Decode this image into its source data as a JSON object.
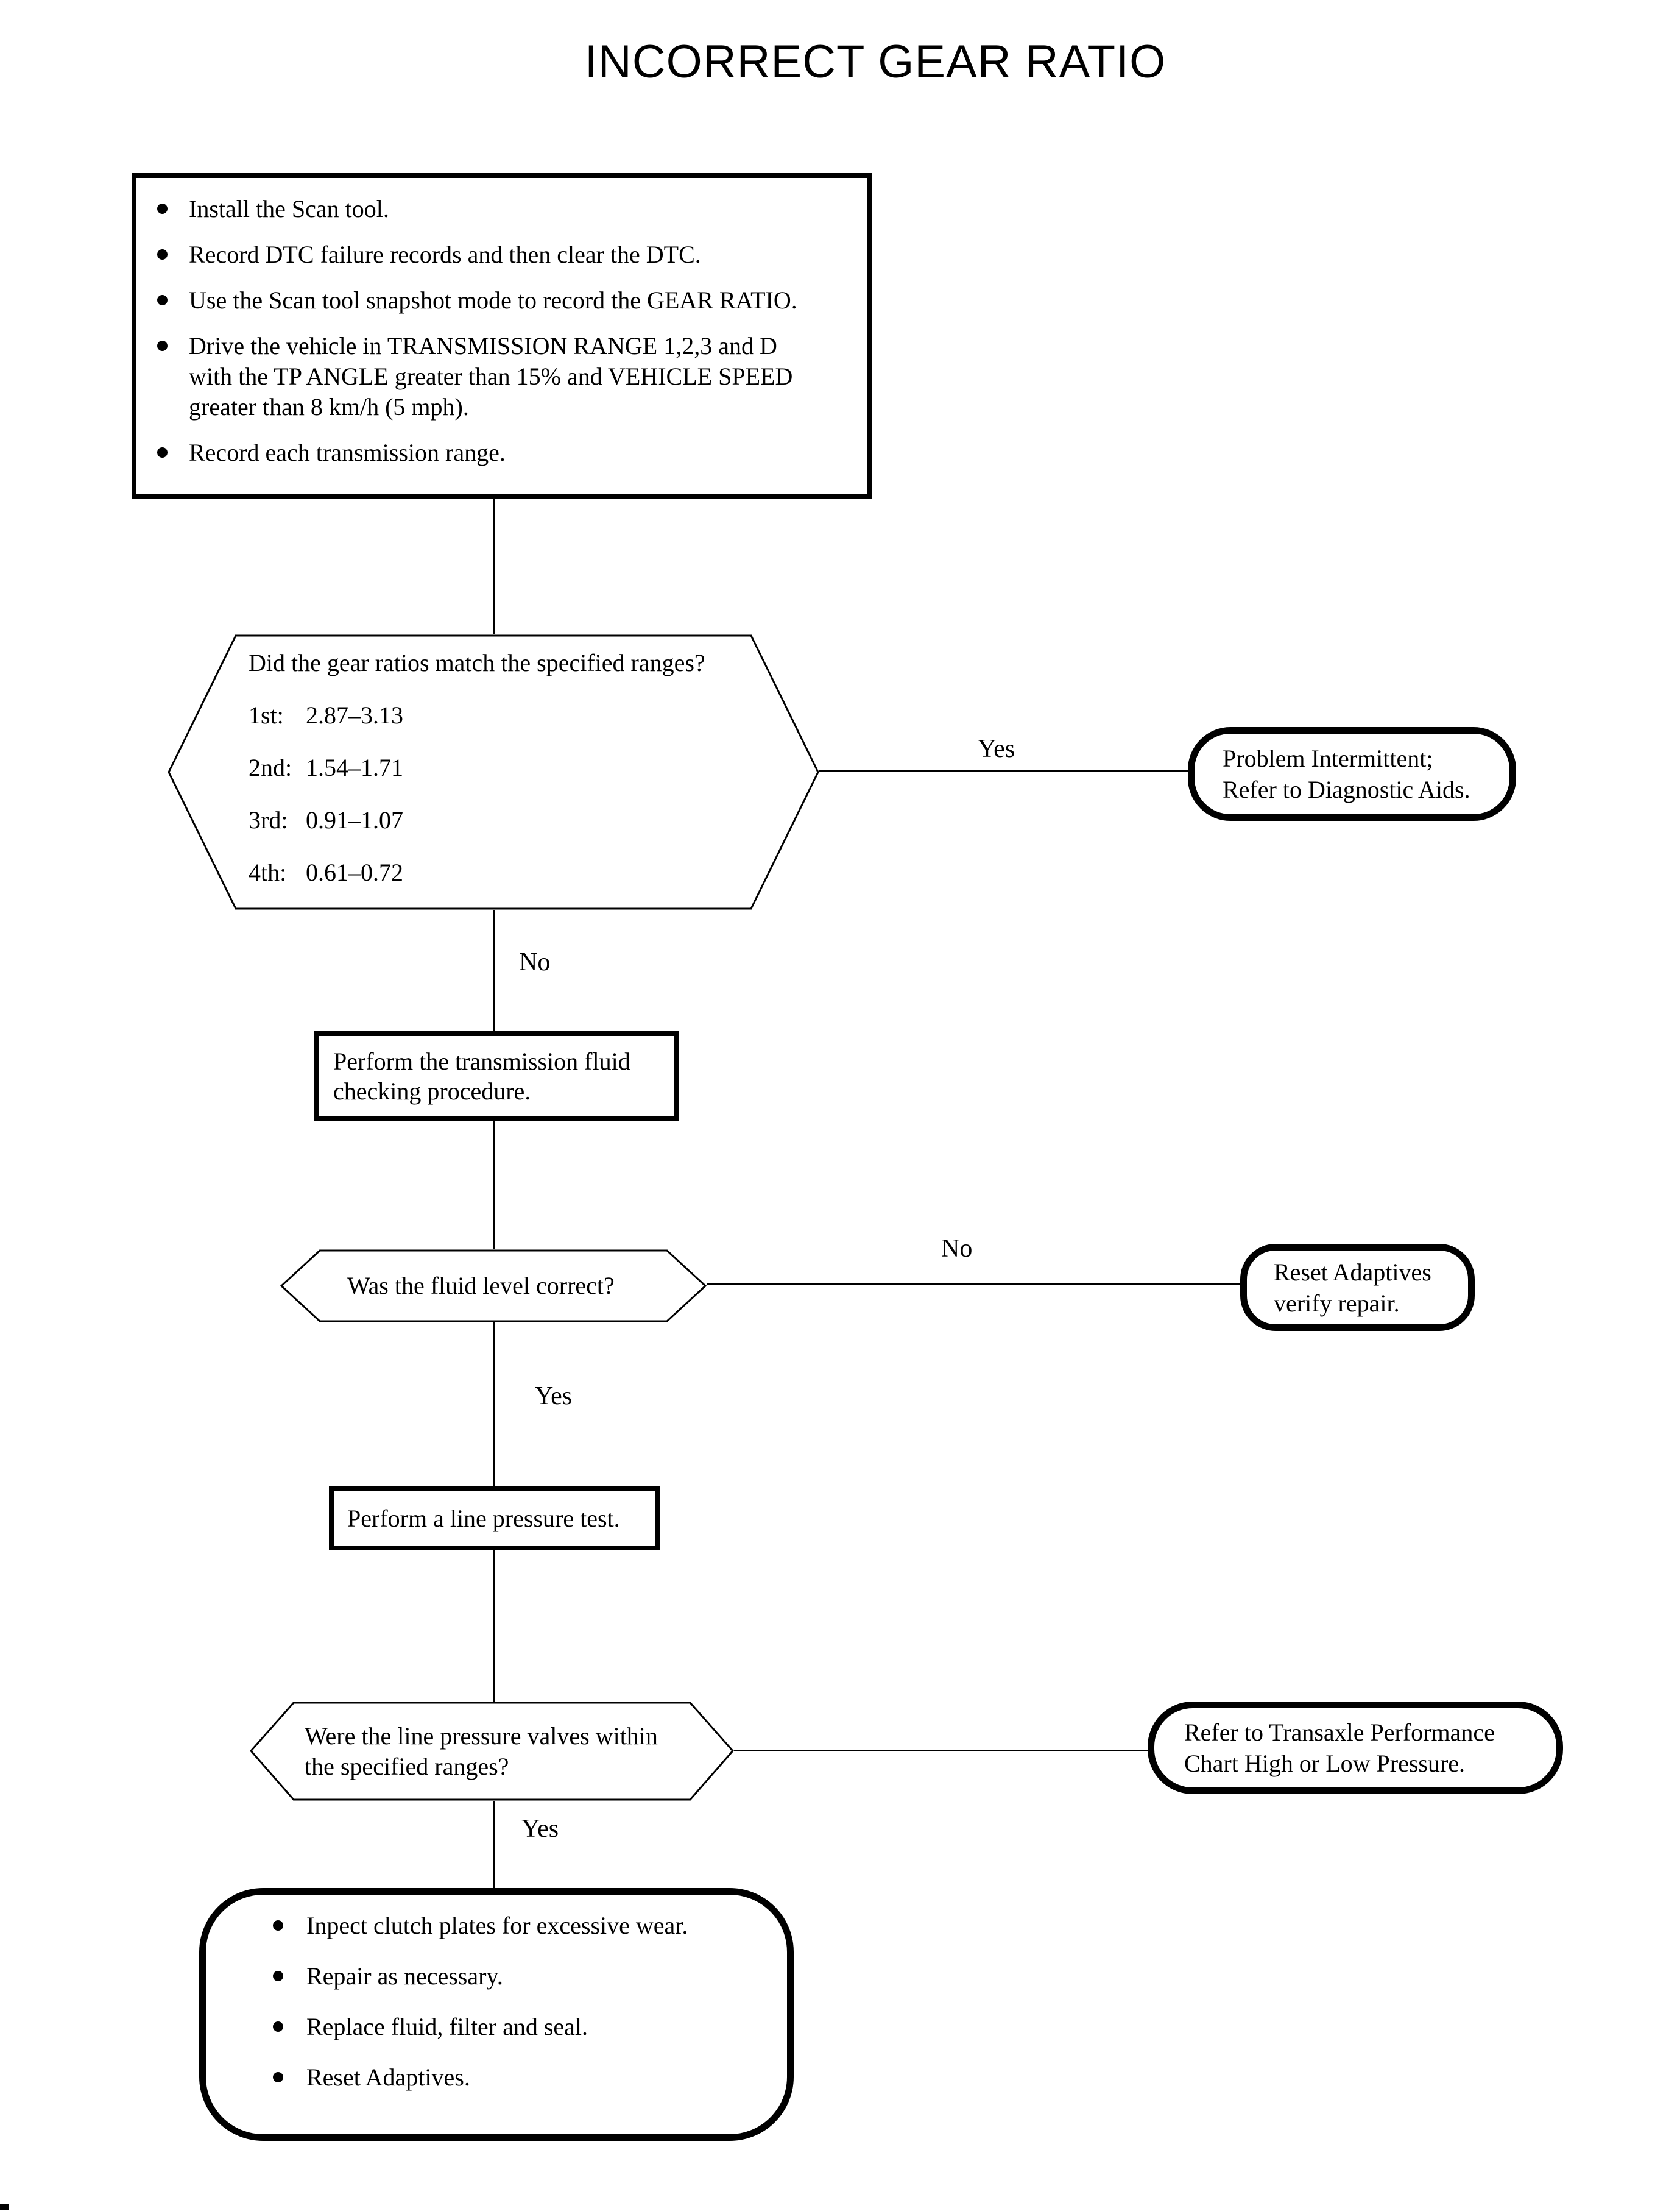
{
  "title": "INCORRECT GEAR RATIO",
  "flow": {
    "setup": {
      "bullets": [
        "Install the Scan tool.",
        "Record DTC failure records and then clear the DTC.",
        "Use the Scan tool snapshot mode to record the GEAR RATIO.",
        "Drive the vehicle in TRANSMISSION RANGE 1,2,3 and D\nwith the TP ANGLE greater than 15% and VEHICLE SPEED\ngreater than 8 km/h (5 mph).",
        "Record each transmission range."
      ]
    },
    "gear_ratio_check": {
      "question": "Did the gear ratios match the specified ranges?",
      "ranges": [
        {
          "gear": "1st:",
          "range": "2.87–3.13"
        },
        {
          "gear": "2nd:",
          "range": "1.54–1.71"
        },
        {
          "gear": "3rd:",
          "range": "0.91–1.07"
        },
        {
          "gear": "4th:",
          "range": "0.61–0.72"
        }
      ],
      "yes_label": "Yes",
      "no_label": "No"
    },
    "problem_intermittent": {
      "text": "Problem Intermittent;\nRefer to Diagnostic Aids."
    },
    "fluid_check_procedure": {
      "text": "Perform the transmission fluid\nchecking procedure."
    },
    "fluid_level_check": {
      "question": "Was the fluid level correct?",
      "no_label": "No",
      "yes_label": "Yes"
    },
    "reset_adaptives": {
      "text": "Reset Adaptives\nverify repair."
    },
    "line_pressure_test": {
      "text": "Perform a line pressure test."
    },
    "line_pressure_check": {
      "question": "Were the line pressure valves within\nthe specified ranges?",
      "yes_label": "Yes"
    },
    "transaxle_chart": {
      "text": "Refer to Transaxle Performance\nChart High or Low Pressure."
    },
    "final_actions": {
      "bullets": [
        "Inpect clutch plates for excessive wear.",
        "Repair as necessary.",
        "Replace fluid, filter and seal.",
        "Reset Adaptives."
      ]
    }
  }
}
